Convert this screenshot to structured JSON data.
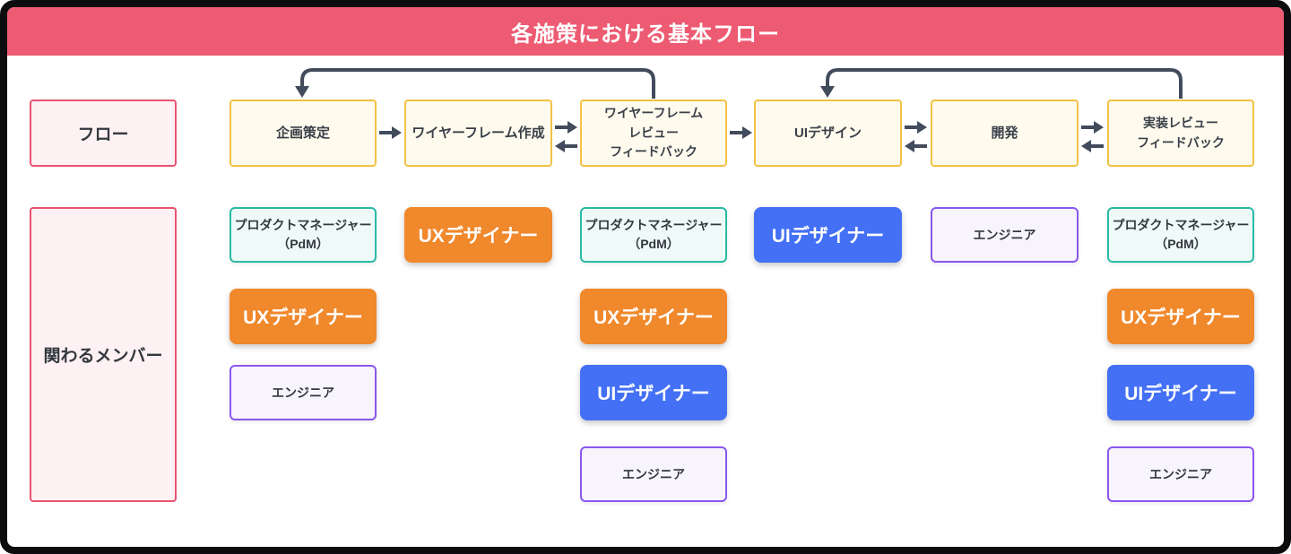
{
  "header": {
    "title": "各施策における基本フロー"
  },
  "sidebar": {
    "flow_label": "フロー",
    "members_label": "関わるメンバー"
  },
  "flow": {
    "step1": "企画策定",
    "step2": "ワイヤーフレーム作成",
    "step3_line1": "ワイヤーフレーム",
    "step3_line2": "レビュー",
    "step3_line3": "フィードバック",
    "step4": "UIデザイン",
    "step5": "開発",
    "step6_line1": "実装レビュー",
    "step6_line2": "フィードバック"
  },
  "roles": {
    "pdm_line1": "プロダクトマネージャー",
    "pdm_line2": "（PdM）",
    "ux": "UXデザイナー",
    "ui": "UIデザイナー",
    "engineer": "エンジニア"
  },
  "colors": {
    "header_bg": "#ED5B72",
    "pink_border": "#EA5372",
    "pink_bg": "#FDF1F3",
    "step_border": "#F2C245",
    "step_bg": "#FEFAED",
    "teal_border": "#2ABAA6",
    "teal_bg": "#EDFAF7",
    "purple_border": "#8A57EE",
    "purple_bg": "#F7F4FC",
    "orange_fill": "#F0882C",
    "blue_fill": "#4370F4",
    "arrow": "#424B5C",
    "frame_border": "#0d0d0f"
  }
}
